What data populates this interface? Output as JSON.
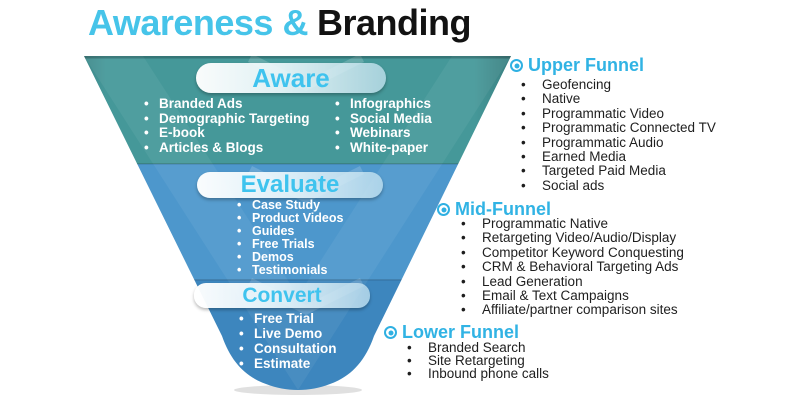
{
  "title": {
    "highlight": "Awareness &",
    "rest": "Branding"
  },
  "funnel": {
    "stages": [
      {
        "label": "Aware",
        "columns": [
          [
            "Branded Ads",
            "Demographic Targeting",
            "E-book",
            "Articles & Blogs"
          ],
          [
            "Infographics",
            "Social Media",
            "Webinars",
            "White-paper"
          ]
        ]
      },
      {
        "label": "Evaluate",
        "items": [
          "Case Study",
          "Product Videos",
          "Guides",
          "Free Trials",
          "Demos",
          "Testimonials"
        ]
      },
      {
        "label": "Convert",
        "items": [
          "Free Trial",
          "Live Demo",
          "Consultation",
          "Estimate"
        ]
      }
    ]
  },
  "side_sections": [
    {
      "title": "Upper Funnel",
      "items": [
        "Geofencing",
        "Native",
        "Programmatic Video",
        "Programmatic Connected TV",
        "Programmatic Audio",
        "Earned Media",
        "Targeted Paid Media",
        "Social ads"
      ]
    },
    {
      "title": "Mid-Funnel",
      "items": [
        "Programmatic Native",
        "Retargeting Video/Audio/Display",
        "Competitor Keyword Conquesting",
        "CRM & Behavioral Targeting Ads",
        "Lead Generation",
        "Email & Text Campaigns",
        "Affiliate/partner comparison sites"
      ]
    },
    {
      "title": "Lower Funnel",
      "items": [
        "Branded Search",
        "Site Retargeting",
        "Inbound phone calls"
      ]
    }
  ],
  "icons": {
    "section_bullet": "bullseye-icon",
    "list_bullet": "dot-bullet-icon"
  },
  "colors": {
    "title_highlight": "#46c4e9",
    "title_rest": "#121212",
    "stage_aware": "#459899",
    "stage_evaluate": "#4d97cc",
    "stage_convert": "#3d86be",
    "pill_text": "#3fc3ee",
    "funnel_item_text": "#ffffff",
    "section_header": "#31b3e4",
    "side_item_text": "#1e1e1e",
    "background": "#ffffff"
  }
}
